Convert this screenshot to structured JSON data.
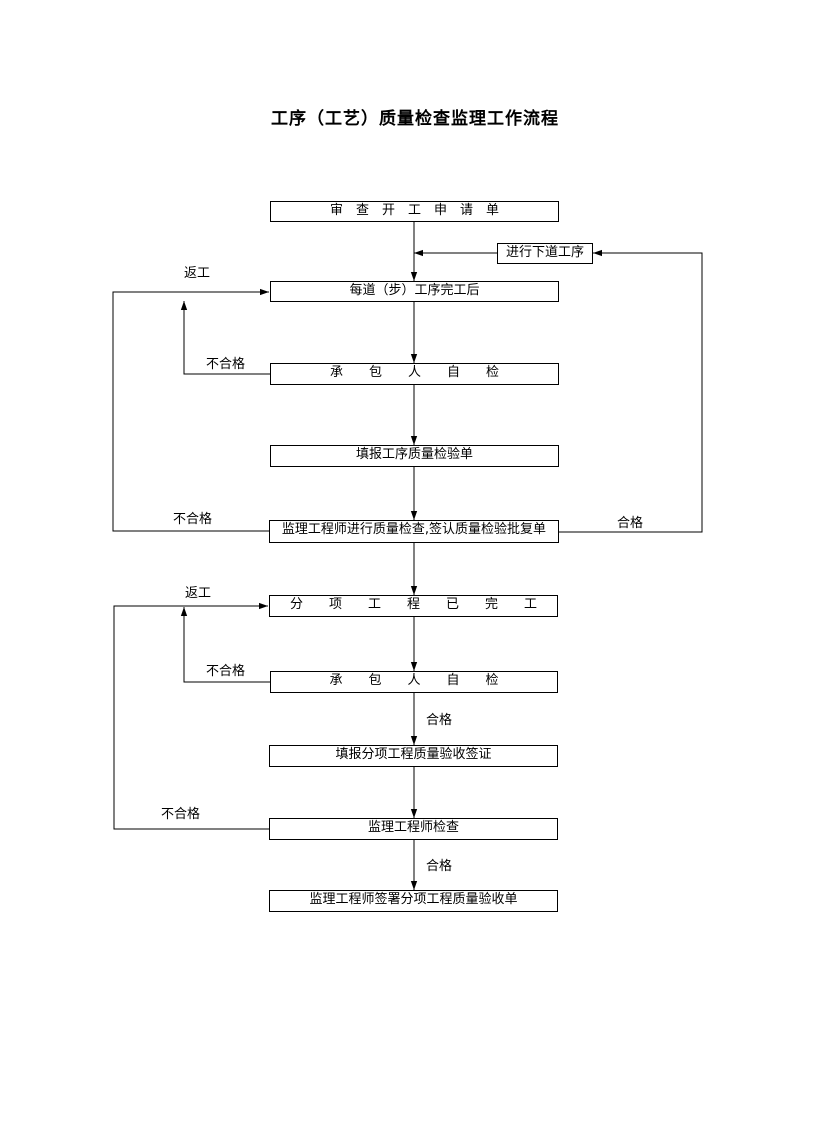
{
  "title": "工序（工艺）质量检查监理工作流程",
  "boxes": {
    "b1": "审　查　开　工　申　请　单",
    "next_process": "进行下道工序",
    "b2": "每道（步）工序完工后",
    "b3": "承　　包　　人　　自　　检",
    "b4": "填报工序质量检验单",
    "b5": "监理工程师进行质量检查,签认质量检验批复单",
    "b6": "分　　项　　工　　程　　已　　完　　工",
    "b7": "承　　包　　人　　自　　检",
    "b8": "填报分项工程质量验收签证",
    "b9": "监理工程师检查",
    "b10": "监理工程师签署分项工程质量验收单"
  },
  "labels": {
    "rework1": "返工",
    "fail1": "不合格",
    "fail2": "不合格",
    "pass1": "合格",
    "rework2": "返工",
    "fail3": "不合格",
    "pass2": "合格",
    "fail4": "不合格",
    "pass3": "合格"
  }
}
